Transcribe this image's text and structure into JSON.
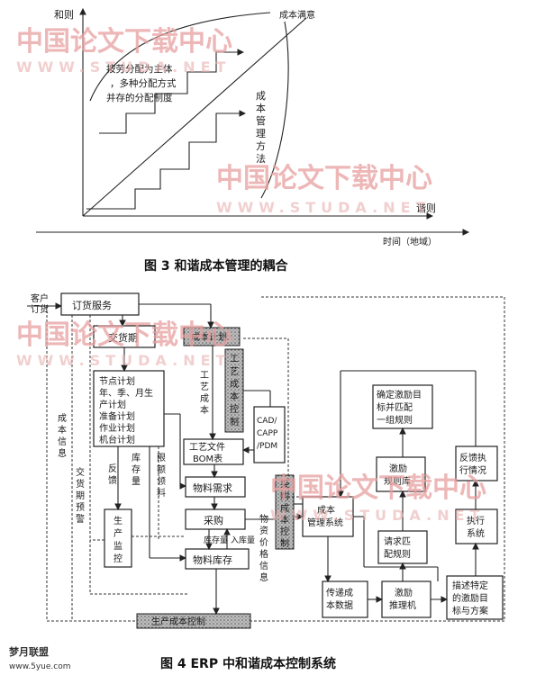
{
  "fig3": {
    "y_axis_label": "和则",
    "x_axis_label": "谐则",
    "time_axis_label": "时间（地域）",
    "curve_label": "成本满意",
    "distribution_text": [
      "按劳分配为主体",
      "，多种分配方式",
      "并存的分配制度"
    ],
    "method_text": [
      "成",
      "本",
      "管",
      "理",
      "方",
      "法"
    ],
    "caption": "图 3  和谐成本管理的耦合"
  },
  "fig4": {
    "customer_label": [
      "客户",
      "订货"
    ],
    "order_service": "订货服务",
    "delivery_period": "交货期",
    "cost_plan": "成本计划",
    "plans": [
      "节点计划",
      "年、季、月生",
      "产计划",
      "准备计划",
      "作业计划",
      "机台计划"
    ],
    "process_cost": [
      "工",
      "艺",
      "成",
      "本"
    ],
    "process_cost_control": [
      "工",
      "艺",
      "成",
      "本",
      "控",
      "制"
    ],
    "cad": [
      "CAD/",
      "CAPP",
      "/PDM"
    ],
    "process_doc": [
      "工艺文件",
      "BOM表"
    ],
    "material_demand": "物料需求",
    "purchase": "采购",
    "material_cost_control": [
      "采",
      "购",
      "成",
      "本",
      "控",
      "制"
    ],
    "material_price_info": [
      "物",
      "资",
      "价",
      "格",
      "信",
      "息"
    ],
    "material_stock": "物料库存",
    "production_monitor": [
      "生",
      "产",
      "监",
      "控"
    ],
    "cost_info": [
      "成",
      "本",
      "信",
      "息"
    ],
    "delivery_warning": [
      "交",
      "货",
      "期",
      "预",
      "警"
    ],
    "feedback": [
      "反",
      "馈"
    ],
    "stock_qty_v": [
      "库",
      "存",
      "量"
    ],
    "limit_material": [
      "限",
      "额",
      "领",
      "料"
    ],
    "stock_qty_h": "库存量",
    "in_stock_qty": "入库量",
    "production_cost_control": "生产成本控制",
    "cost_mgmt_system": [
      "成本",
      "管理系统"
    ],
    "transfer_cost_data": [
      "传递成",
      "本数据"
    ],
    "incentive_engine": [
      "激励",
      "推理机"
    ],
    "request_match_rules": [
      "请求匹",
      "配规则"
    ],
    "incentive_rule_base": [
      "激励",
      "规则库"
    ],
    "determine_incentive": [
      "确定激励目",
      "标并匹配",
      "一组规则"
    ],
    "feedback_exec": [
      "反馈执",
      "行情况"
    ],
    "execute_system": [
      "执行",
      "系统"
    ],
    "describe_incentive": [
      "描述特定",
      "的激励目",
      "标与方案"
    ],
    "caption": "图 4  ERP 中和谐成本控制系统"
  },
  "watermark": {
    "cn": "中国论文下载中心",
    "en": "WWW.STUDA.NET"
  },
  "corner_logo": {
    "cn": "梦月联盟",
    "url": "www.5yue.com"
  }
}
